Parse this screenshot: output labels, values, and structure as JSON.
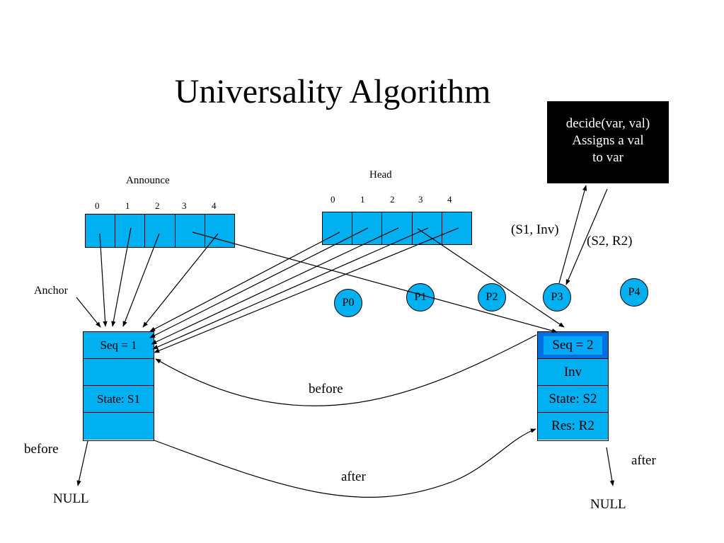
{
  "title": "Universality Algorithm",
  "announce": {
    "label": "Announce",
    "indices": [
      "0",
      "1",
      "2",
      "3",
      "4"
    ]
  },
  "head": {
    "label": "Head",
    "indices": [
      "0",
      "1",
      "2",
      "3",
      "4"
    ]
  },
  "anchor_label": "Anchor",
  "processes": [
    "P0",
    "P1",
    "P2",
    "P3",
    "P4"
  ],
  "record_1": {
    "fields": [
      "Seq = 1",
      "",
      "State: S1",
      ""
    ]
  },
  "record_2": {
    "fields": [
      "Seq = 2",
      "Inv",
      "State: S2",
      "Res: R2"
    ]
  },
  "decide": {
    "lines": [
      "decide(var, val)",
      "Assigns a val",
      "to var"
    ]
  },
  "edge_labels": {
    "s1_inv": "(S1, Inv)",
    "s2_r2": "(S2, R2)",
    "before_middle": "before",
    "after_middle": "after",
    "before_left": "before",
    "after_right": "after",
    "null_left": "NULL",
    "null_right": "NULL"
  },
  "colors": {
    "cell_fill": "#00b0f0",
    "highlight": "#0070e0",
    "box_bg": "#000000"
  }
}
